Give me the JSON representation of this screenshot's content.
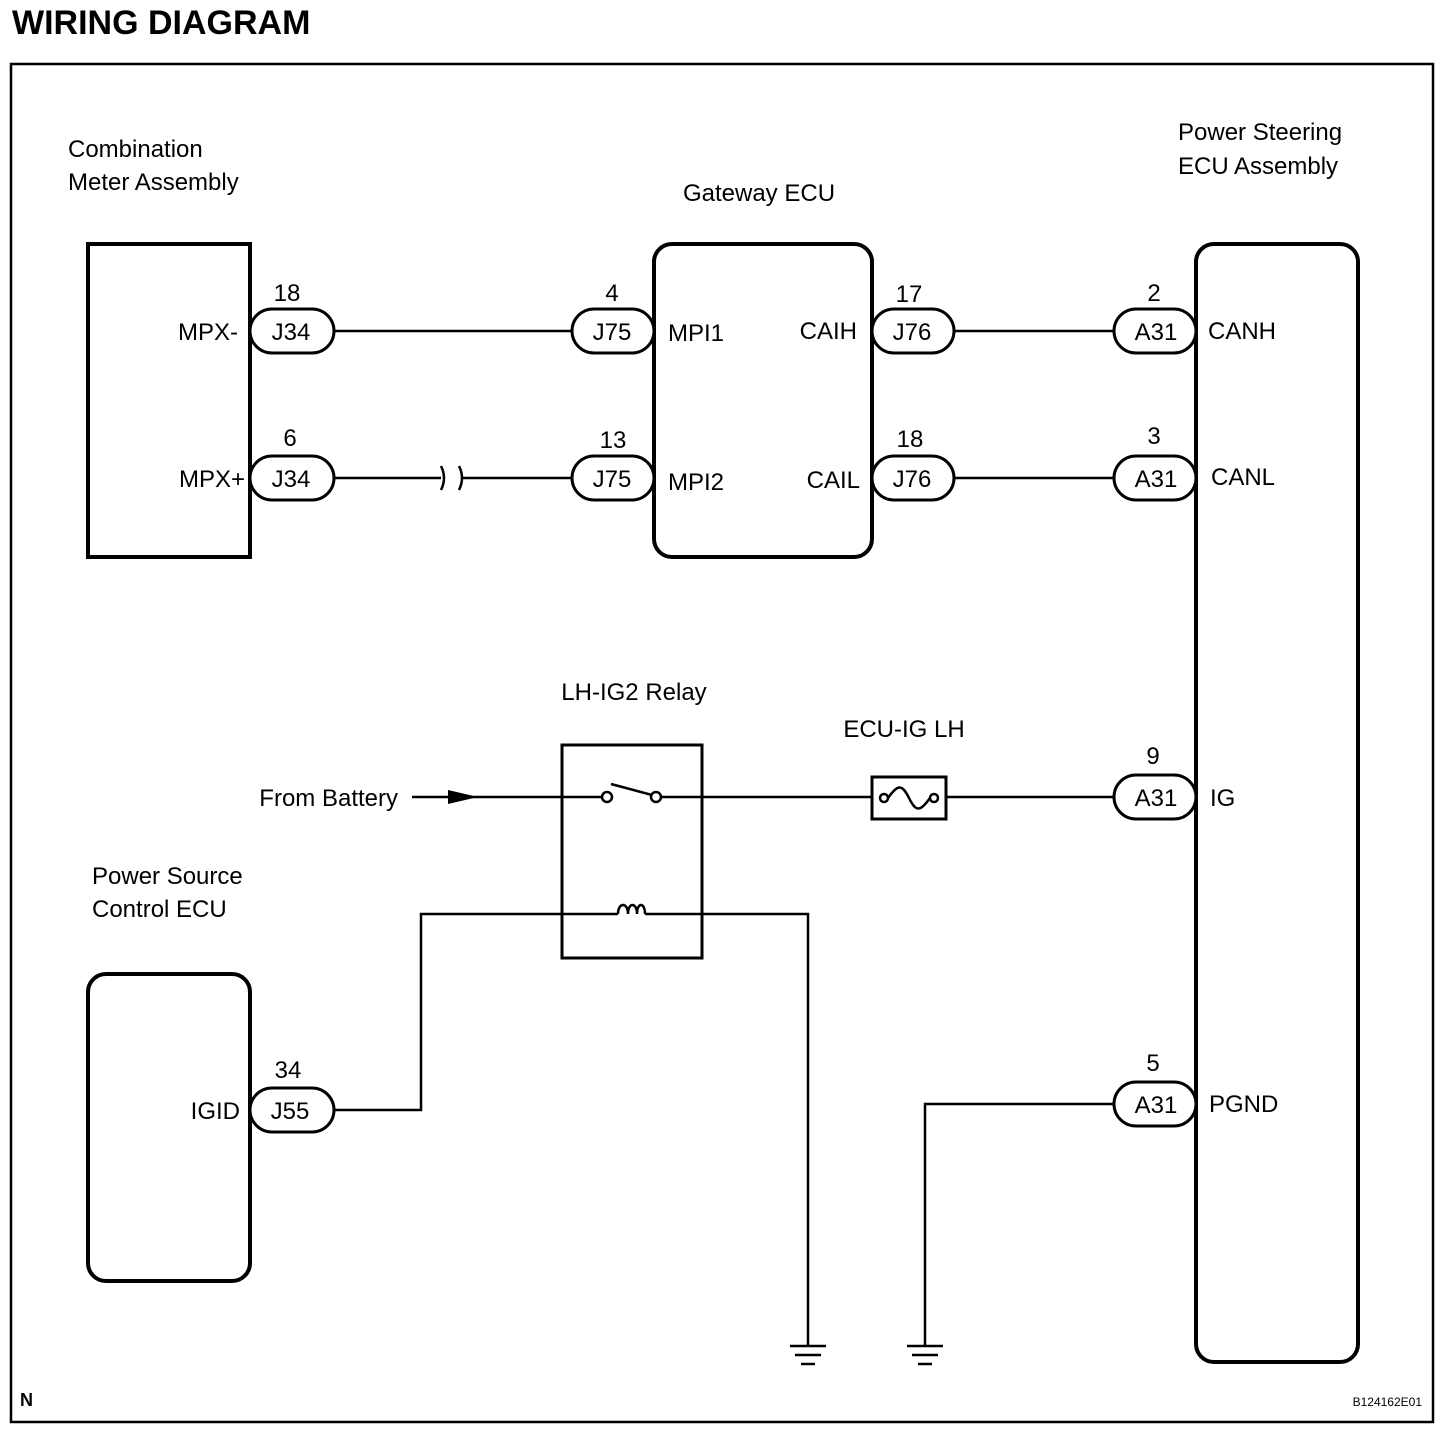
{
  "title": "WIRING DIAGRAM",
  "corner_label": "N",
  "figure_code": "B124162E01",
  "components": {
    "combination_meter": {
      "line1": "Combination",
      "line2": "Meter Assembly",
      "pin_mpx_minus": "MPX-",
      "pin_mpx_plus": "MPX+"
    },
    "gateway_ecu": {
      "name": "Gateway ECU",
      "pin_mpi1": "MPI1",
      "pin_mpi2": "MPI2",
      "pin_caih": "CAIH",
      "pin_cail": "CAIL"
    },
    "power_steering_ecu": {
      "line1": "Power Steering",
      "line2": "ECU Assembly",
      "pin_canh": "CANH",
      "pin_canl": "CANL",
      "pin_ig": "IG",
      "pin_pgnd": "PGND"
    },
    "power_source_ecu": {
      "line1": "Power Source",
      "line2": "Control ECU",
      "pin_igid": "IGID"
    },
    "relay": {
      "name": "LH-IG2 Relay"
    },
    "fuse": {
      "name": "ECU-IG LH"
    },
    "battery": {
      "label": "From Battery"
    }
  },
  "connectors": {
    "meter_mpx_minus": {
      "id": "J34",
      "pin": "18"
    },
    "meter_mpx_plus": {
      "id": "J34",
      "pin": "6"
    },
    "gw_mpi1": {
      "id": "J75",
      "pin": "4"
    },
    "gw_mpi2": {
      "id": "J75",
      "pin": "13"
    },
    "gw_caih": {
      "id": "J76",
      "pin": "17"
    },
    "gw_cail": {
      "id": "J76",
      "pin": "18"
    },
    "ps_canh": {
      "id": "A31",
      "pin": "2"
    },
    "ps_canl": {
      "id": "A31",
      "pin": "3"
    },
    "ps_ig": {
      "id": "A31",
      "pin": "9"
    },
    "ps_pgnd": {
      "id": "A31",
      "pin": "5"
    },
    "psc_igid": {
      "id": "J55",
      "pin": "34"
    }
  }
}
